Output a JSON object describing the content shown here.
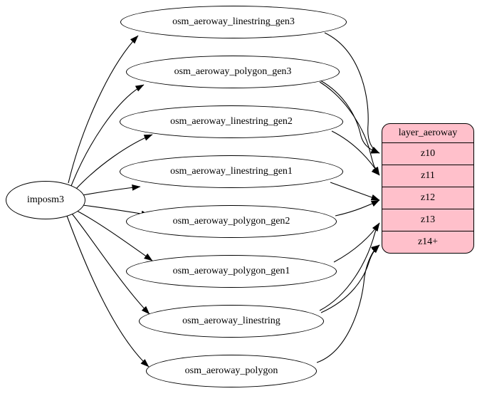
{
  "diagram": {
    "imposm3": {
      "label": "imposm3"
    },
    "tables": [
      {
        "label": "osm_aeroway_linestring_gen3"
      },
      {
        "label": "osm_aeroway_polygon_gen3"
      },
      {
        "label": "osm_aeroway_linestring_gen2"
      },
      {
        "label": "osm_aeroway_linestring_gen1"
      },
      {
        "label": "osm_aeroway_polygon_gen2"
      },
      {
        "label": "osm_aeroway_polygon_gen1"
      },
      {
        "label": "osm_aeroway_linestring"
      },
      {
        "label": "osm_aeroway_polygon"
      }
    ],
    "layer": {
      "title": "layer_aeroway",
      "rows": [
        "z10",
        "z11",
        "z12",
        "z13",
        "z14+"
      ]
    },
    "edges": {
      "source_to_tables": [
        [
          "imposm3",
          "osm_aeroway_linestring_gen3"
        ],
        [
          "imposm3",
          "osm_aeroway_polygon_gen3"
        ],
        [
          "imposm3",
          "osm_aeroway_linestring_gen2"
        ],
        [
          "imposm3",
          "osm_aeroway_linestring_gen1"
        ],
        [
          "imposm3",
          "osm_aeroway_polygon_gen2"
        ],
        [
          "imposm3",
          "osm_aeroway_polygon_gen1"
        ],
        [
          "imposm3",
          "osm_aeroway_linestring"
        ],
        [
          "imposm3",
          "osm_aeroway_polygon"
        ]
      ],
      "tables_to_zooms": [
        [
          "osm_aeroway_linestring_gen3",
          "z10"
        ],
        [
          "osm_aeroway_polygon_gen3",
          "z10"
        ],
        [
          "osm_aeroway_polygon_gen3",
          "z11"
        ],
        [
          "osm_aeroway_linestring_gen2",
          "z11"
        ],
        [
          "osm_aeroway_linestring_gen1",
          "z12"
        ],
        [
          "osm_aeroway_polygon_gen2",
          "z12"
        ],
        [
          "osm_aeroway_polygon_gen1",
          "z13"
        ],
        [
          "osm_aeroway_linestring",
          "z13"
        ],
        [
          "osm_aeroway_linestring",
          "z14+"
        ],
        [
          "osm_aeroway_polygon",
          "z14+"
        ]
      ]
    },
    "colors": {
      "edge": "#000000",
      "table_fill": "#ffffff",
      "layer_fill": "#ffc0cb",
      "border": "#000000"
    }
  }
}
